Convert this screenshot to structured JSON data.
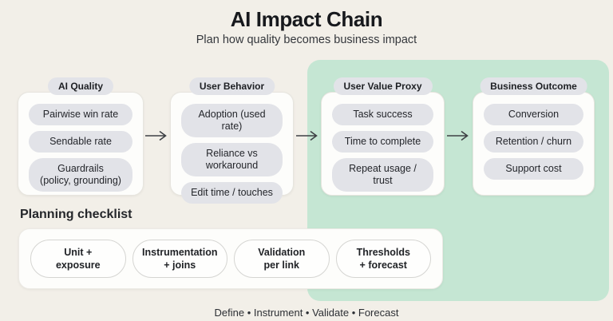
{
  "title": "AI Impact Chain",
  "subtitle": "Plan how quality becomes business impact",
  "columns": [
    {
      "header": "AI Quality",
      "items": [
        "Pairwise win rate",
        "Sendable rate",
        "Guardrails\n(policy, grounding)"
      ]
    },
    {
      "header": "User Behavior",
      "items": [
        "Adoption (used rate)",
        "Reliance vs\nworkaround",
        "Edit time / touches"
      ]
    },
    {
      "header": "User Value Proxy",
      "items": [
        "Task success",
        "Time to complete",
        "Repeat usage / trust"
      ]
    },
    {
      "header": "Business Outcome",
      "items": [
        "Conversion",
        "Retention / churn",
        "Support cost"
      ]
    }
  ],
  "checklist": {
    "title": "Planning checklist",
    "items": [
      "Unit +\nexposure",
      "Instrumentation\n+ joins",
      "Validation\nper link",
      "Thresholds\n+ forecast"
    ]
  },
  "footer": "Define • Instrument • Validate • Forecast",
  "icons": {
    "arrow_right": "→"
  },
  "colors": {
    "background": "#f2efe8",
    "highlight_green": "#c5e6d3",
    "card_bg": "#fdfdfb",
    "pill_gray": "#e2e3e8",
    "text_dark": "#1f2226",
    "arrow": "#3e4145"
  }
}
